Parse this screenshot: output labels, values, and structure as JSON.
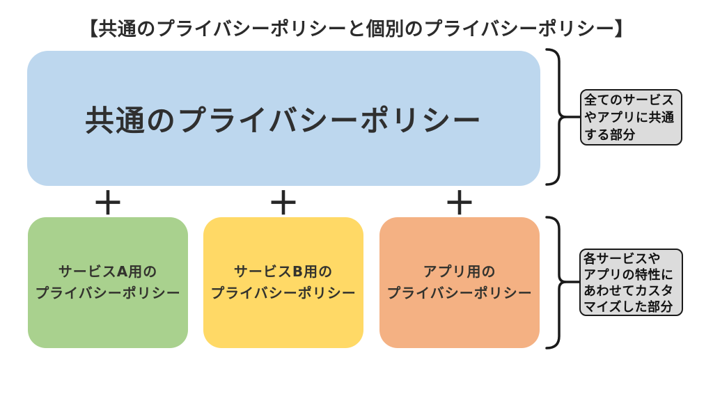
{
  "title": "【共通のプライバシーポリシーと個別のプライバシーポリシー】",
  "plus_sign": "＋",
  "common_policy": {
    "label": "共通のプライバシーポリシー",
    "color": "#bdd7ee"
  },
  "individual_policies": [
    {
      "label": "サービスA用の\nプライバシーポリシー",
      "color": "#a9d18e"
    },
    {
      "label": "サービスB用の\nプライバシーポリシー",
      "color": "#ffd966"
    },
    {
      "label": "アプリ用の\nプライバシーポリシー",
      "color": "#f4b183"
    }
  ],
  "annotations": {
    "common": {
      "text": "全てのサービス\nやアプリに共通\nする部分",
      "box_color": "#dcdcdc",
      "border_color": "#1a1a1a"
    },
    "individual": {
      "text": "各サービスや\nアプリの特性に\nあわせてカスタ\nマイズした部分",
      "box_color": "#dcdcdc",
      "border_color": "#1a1a1a"
    }
  }
}
